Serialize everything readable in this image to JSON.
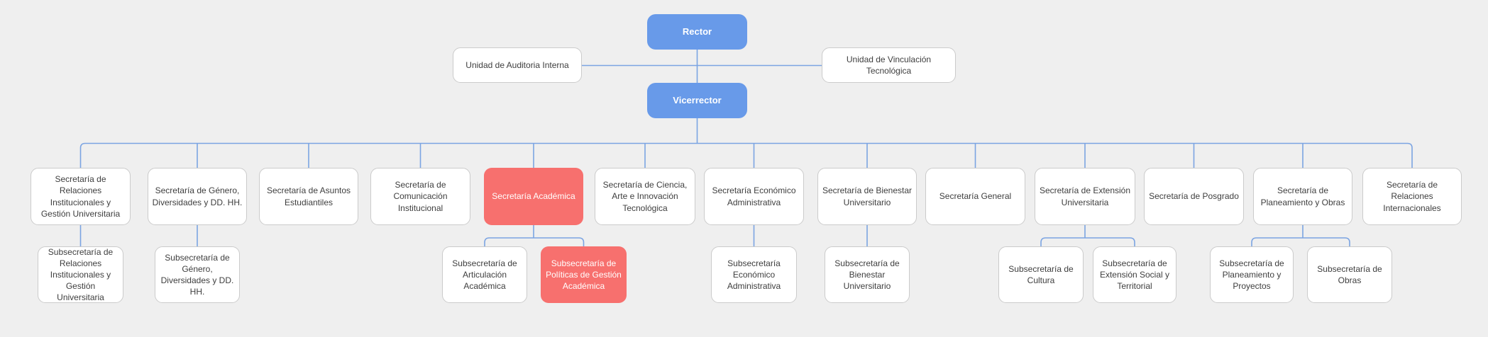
{
  "colors": {
    "canvas-bg": "#efefef",
    "primary-node": "#689ae9",
    "highlight-node": "#f7706e",
    "node-bg": "#ffffff",
    "node-border": "#cbcbcb",
    "node-text": "#3e3e3e",
    "connector": "#7ba4e2"
  },
  "chart": {
    "rector": {
      "label": "Rector"
    },
    "unidad_auditoria": {
      "label": "Unidad de Auditoria Interna"
    },
    "unidad_vinculacion": {
      "label": "Unidad de Vinculación Tecnológica"
    },
    "vicerrector": {
      "label": "Vicerrector"
    },
    "secretarias": [
      {
        "label": "Secretaría de Relaciones Institucionales y Gestión Universitaria",
        "highlighted": false,
        "children": [
          {
            "label": "Subsecretaría de Relaciones Institucionales y Gestión Universitaria",
            "highlighted": false
          }
        ]
      },
      {
        "label": "Secretaría de Género, Diversidades y DD. HH.",
        "highlighted": false,
        "children": [
          {
            "label": "Subsecretaría de Género, Diversidades y DD. HH.",
            "highlighted": false
          }
        ]
      },
      {
        "label": "Secretaría de Asuntos Estudiantiles",
        "highlighted": false,
        "children": []
      },
      {
        "label": "Secretaría de Comunicación Institucional",
        "highlighted": false,
        "children": []
      },
      {
        "label": "Secretaría Académica",
        "highlighted": true,
        "children": [
          {
            "label": "Subsecretaría de Articulación Académica",
            "highlighted": false
          },
          {
            "label": "Subsecretaría de Políticas de Gestión Académica",
            "highlighted": true
          }
        ]
      },
      {
        "label": "Secretaría de Ciencia, Arte e Innovación Tecnológica",
        "highlighted": false,
        "children": []
      },
      {
        "label": "Secretaría Económico Administrativa",
        "highlighted": false,
        "children": [
          {
            "label": "Subsecretaría Económico Administrativa",
            "highlighted": false
          }
        ]
      },
      {
        "label": "Secretaría de Bienestar Universitario",
        "highlighted": false,
        "children": [
          {
            "label": "Subsecretaría de Bienestar Universitario",
            "highlighted": false
          }
        ]
      },
      {
        "label": "Secretaría General",
        "highlighted": false,
        "children": []
      },
      {
        "label": "Secretaría de Extensión Universitaria",
        "highlighted": false,
        "children": [
          {
            "label": "Subsecretaría de Cultura",
            "highlighted": false
          },
          {
            "label": "Subsecretaría de Extensión Social y Territorial",
            "highlighted": false
          }
        ]
      },
      {
        "label": "Secretaría de Posgrado",
        "highlighted": false,
        "children": []
      },
      {
        "label": "Secretaría de Planeamiento y Obras",
        "highlighted": false,
        "children": [
          {
            "label": "Subsecretaría de Planeamiento y Proyectos",
            "highlighted": false
          },
          {
            "label": "Subsecretaría de Obras",
            "highlighted": false
          }
        ]
      },
      {
        "label": "Secretaría de Relaciones Internacionales",
        "highlighted": false,
        "children": []
      }
    ]
  }
}
